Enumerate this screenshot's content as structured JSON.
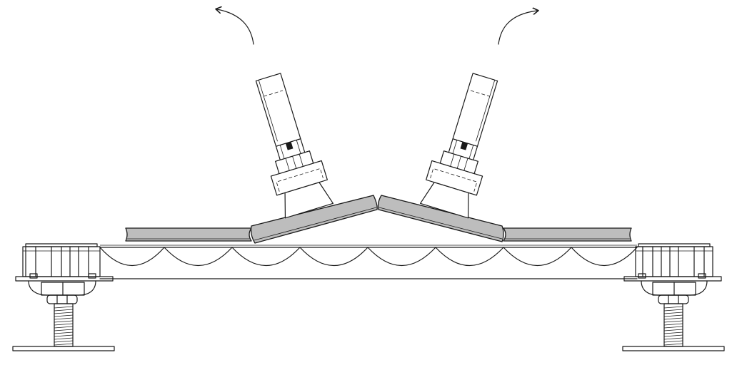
{
  "diagram": {
    "colors": {
      "line": "#1a1a1a",
      "panel_fill": "#bdbdbd",
      "background": "#ffffff"
    },
    "icons": {
      "left_arrow": "curved-arrow-up-left-icon",
      "right_arrow": "curved-arrow-up-right-icon",
      "suction_lifter": "suction-cup-lifter-icon",
      "pedestal": "adjustable-pedestal-icon"
    },
    "panel_count": 4,
    "lifter_count": 2,
    "pedestal_count": 2
  }
}
